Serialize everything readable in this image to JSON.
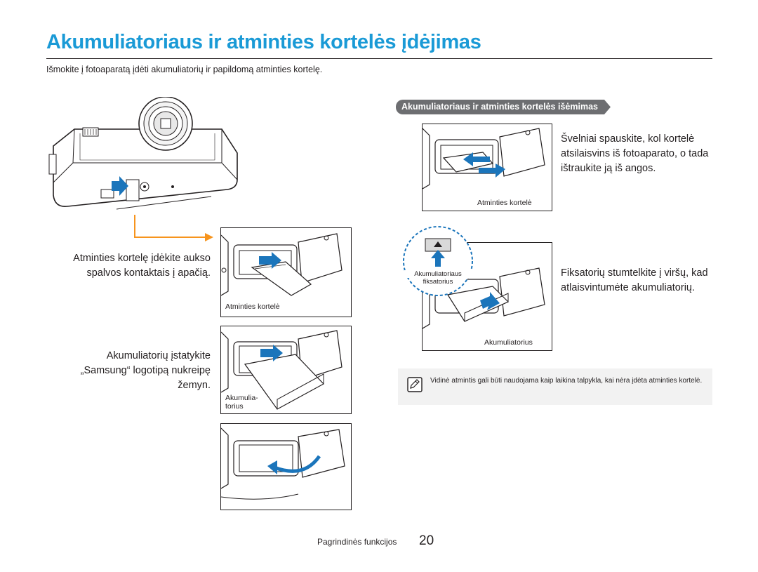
{
  "page": {
    "title": "Akumuliatoriaus ir atminties kortelės įdėjimas",
    "intro": "Išmokite į fotoaparatą įdėti akumuliatorių ir papildomą atminties kortelę."
  },
  "left": {
    "step_card_text": "Atminties kortelę įdėkite aukso spalvos kontaktais į apačią.",
    "card_caption": "Atminties kortelė",
    "step_battery_text": "Akumuliatorių įstatykite „Samsung“ logotipą nukreipę žemyn.",
    "battery_caption_line1": "Akumulia-",
    "battery_caption_line2": "torius"
  },
  "right": {
    "section_label": "Akumuliatoriaus ir atminties kortelės išėmimas",
    "remove_card_text": "Švelniai spauskite, kol kortelė atsilaisvins iš fotoaparato, o tada ištraukite ją iš angos.",
    "card_caption": "Atminties kortelė",
    "latch_label_line1": "Akumuliatoriaus",
    "latch_label_line2": "fiksatorius",
    "remove_battery_text": "Fiksatorių stumtelkite į viršų, kad atlaisvintumėte akumuliatorių.",
    "battery_caption": "Akumuliatorius"
  },
  "note": {
    "icon": "note-pencil-icon",
    "text": "Vidinė atmintis gali būti naudojama kaip laikina talpykla, kai nėra įdėta atminties kortelė."
  },
  "footer": {
    "section": "Pagrindinės funkcijos",
    "page_number": "20"
  },
  "colors": {
    "title": "#1a9ad6",
    "arrow_blue": "#1b75bb",
    "connector_orange": "#f7941d",
    "pill_gray": "#6d6e71"
  }
}
